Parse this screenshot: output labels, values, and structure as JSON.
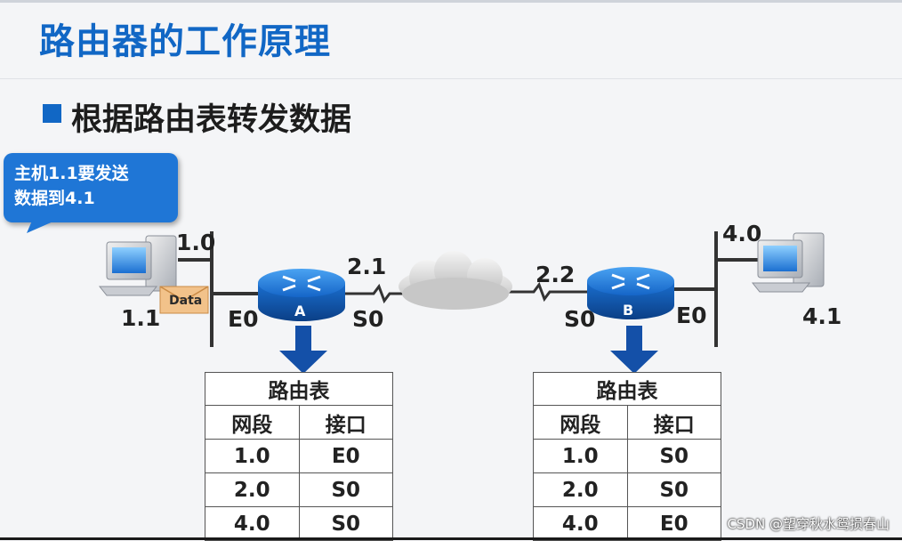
{
  "title": "路由器的工作原理",
  "subtitle": "根据路由表转发数据",
  "callout": "主机1.1要发送\n数据到4.1",
  "hosts": {
    "left": {
      "network": "1.0",
      "address": "1.1"
    },
    "right": {
      "network": "4.0",
      "address": "4.1"
    }
  },
  "router_a": {
    "letter": "A",
    "e_if": "E0",
    "s_if": "S0",
    "link_addr": "2.1"
  },
  "router_b": {
    "letter": "B",
    "e_if": "E0",
    "s_if": "S0",
    "link_addr": "2.2"
  },
  "packet_label": "Data",
  "table_a": {
    "caption": "路由表",
    "headers": [
      "网段",
      "接口"
    ],
    "rows": [
      [
        "1.0",
        "E0"
      ],
      [
        "2.0",
        "S0"
      ],
      [
        "4.0",
        "S0"
      ]
    ]
  },
  "table_b": {
    "caption": "路由表",
    "headers": [
      "网段",
      "接口"
    ],
    "rows": [
      [
        "1.0",
        "S0"
      ],
      [
        "2.0",
        "S0"
      ],
      [
        "4.0",
        "E0"
      ]
    ]
  },
  "watermark": "CSDN @望穿秋水鸳损春山",
  "colors": {
    "accent": "#1167c5",
    "router": "#1a73d4",
    "callout": "#1f76d6",
    "arrow": "#1450a8"
  }
}
